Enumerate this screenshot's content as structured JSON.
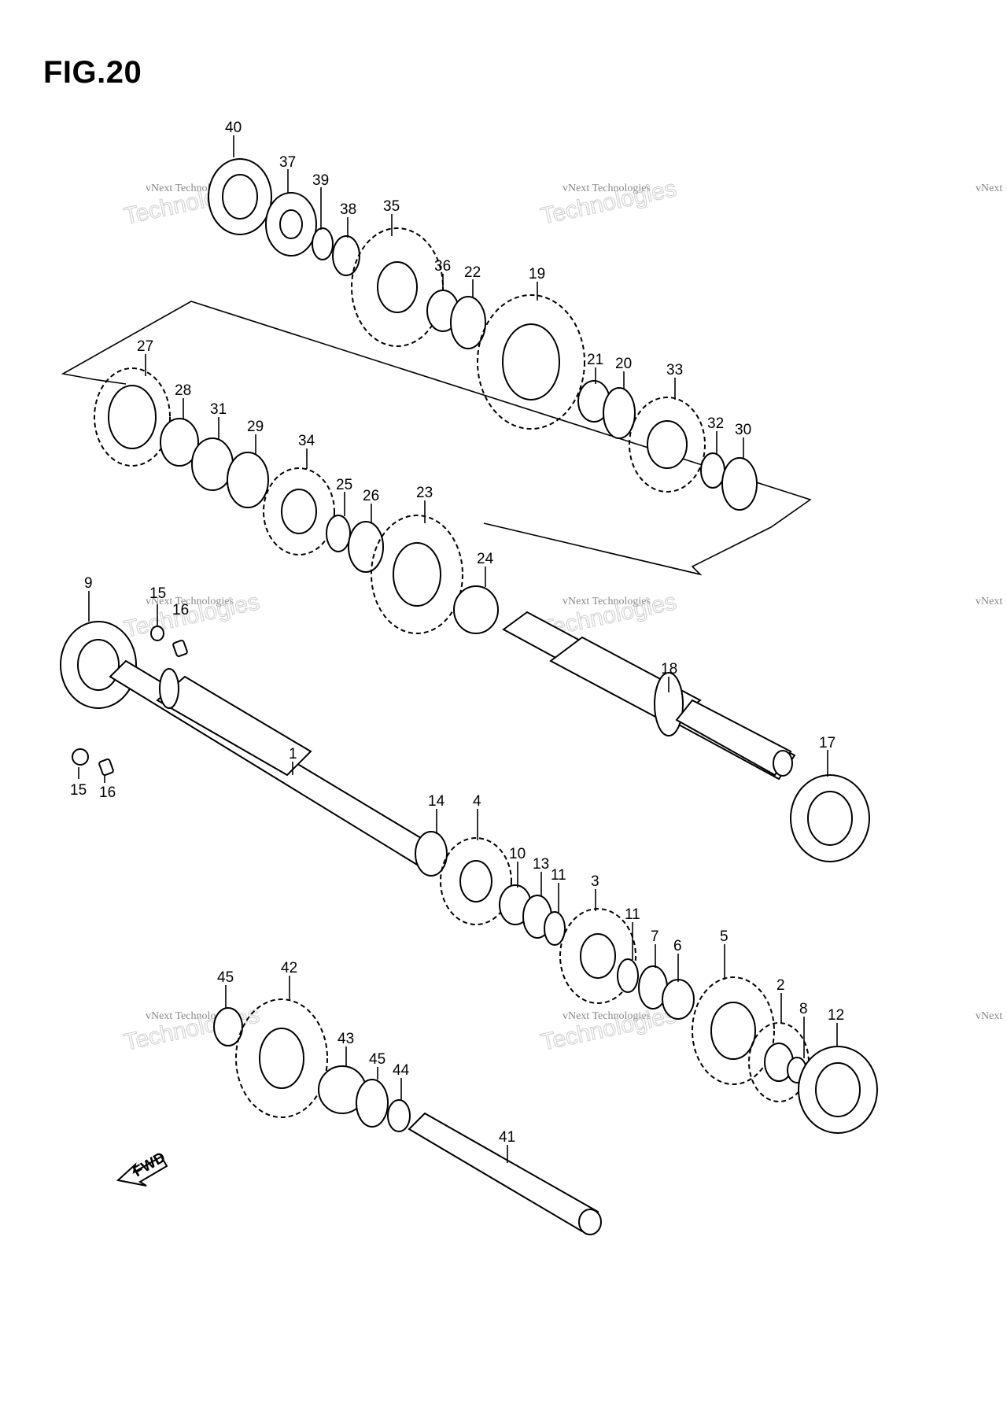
{
  "figure_title": "FIG.20",
  "watermark": {
    "line1": "vNext Technologies",
    "line2": "Technologies",
    "line3": "vNext"
  },
  "fwd_label": "FWD",
  "labels": {
    "p40": "40",
    "p37": "37",
    "p39": "39",
    "p38": "38",
    "p35": "35",
    "p36": "36",
    "p22": "22",
    "p19": "19",
    "p27": "27",
    "p28": "28",
    "p31": "31",
    "p29": "29",
    "p34": "34",
    "p25": "25",
    "p26": "26",
    "p23": "23",
    "p24": "24",
    "p21": "21",
    "p20": "20",
    "p33": "33",
    "p32": "32",
    "p30": "30",
    "p9": "9",
    "p15a": "15",
    "p16a": "16",
    "p15b": "15",
    "p16b": "16",
    "p1": "1",
    "p18": "18",
    "p17": "17",
    "p14": "14",
    "p4": "4",
    "p10": "10",
    "p13": "13",
    "p11a": "11",
    "p3": "3",
    "p11b": "11",
    "p7": "7",
    "p6": "6",
    "p5": "5",
    "p2": "2",
    "p8": "8",
    "p12": "12",
    "p45a": "45",
    "p42": "42",
    "p43": "43",
    "p45b": "45",
    "p44": "44",
    "p41": "41"
  }
}
